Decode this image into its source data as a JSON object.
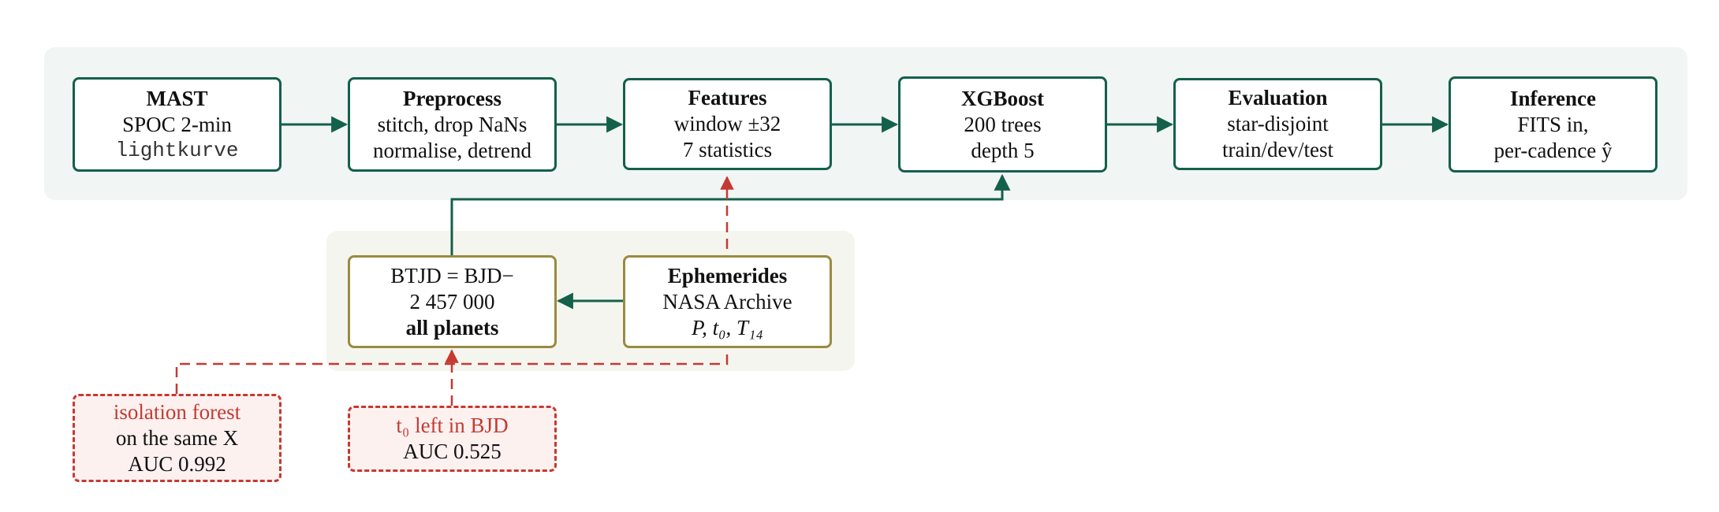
{
  "pipeline": [
    {
      "title": "MAST",
      "line1": "SPOC 2-min",
      "line2": "lightkurve"
    },
    {
      "title": "Preprocess",
      "line1": "stitch, drop NaNs",
      "line2": "normalise, detrend"
    },
    {
      "title": "Features",
      "line1": "window ±32",
      "line2": "7 statistics"
    },
    {
      "title": "XGBoost",
      "line1": "200 trees",
      "line2": "depth 5"
    },
    {
      "title": "Evaluation",
      "line1": "star-disjoint",
      "line2": "train/dev/test"
    },
    {
      "title": "Inference",
      "line1": "FITS in,",
      "line2": "per-cadence ŷ"
    }
  ],
  "btjd": {
    "line1": "BTJD = BJD−",
    "line2": "2 457 000",
    "title": "all planets"
  },
  "ephemerides": {
    "title": "Ephemerides",
    "line1": "NASA Archive",
    "line2": "P, t₀, T₁₄"
  },
  "isolation": {
    "line1": "isolation forest",
    "line2": "on the same X",
    "line3": "AUC 0.992"
  },
  "t0_bjd": {
    "line1": "t₀ left in BJD",
    "line2": "AUC 0.525"
  },
  "colors": {
    "pipeline_border": "#13604b",
    "ephem_border": "#9a8b3f",
    "warn": "#c43a32",
    "pipeline_panel": "#f1f5f3",
    "ephem_panel": "#f5f5f0"
  }
}
